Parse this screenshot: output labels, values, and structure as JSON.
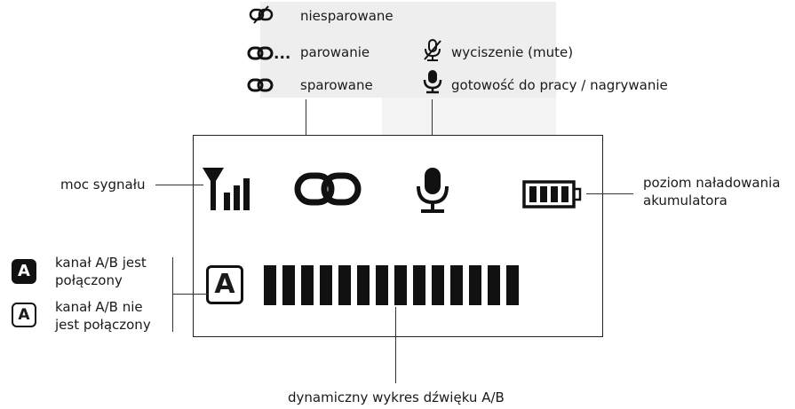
{
  "legend": {
    "unpaired": "niesparowane",
    "pairing": "parowanie",
    "paired": "sparowane",
    "muted": "wyciszenie (mute)",
    "recording": "gotowość do pracy / nagrywanie",
    "pairing_dots": "..."
  },
  "callouts": {
    "signal": "moc sygnału",
    "battery_line1": "poziom naładowania",
    "battery_line2": "akumulatora",
    "channel_connected_line1": "kanał A/B jest",
    "channel_connected_line2": "połączony",
    "channel_disconnected_line1": "kanał A/B nie",
    "channel_disconnected_line2": "jest połączony",
    "audio_graph": "dynamiczny wykres dźwięku A/B"
  },
  "channel_letter": "A",
  "audio_graph_bar_count": 14,
  "battery_segment_count": 4,
  "colors": {
    "ink": "#111111",
    "panel": "#eeeeee"
  },
  "icons": [
    "link-broken-icon",
    "link-icon",
    "mic-muted-icon",
    "mic-icon",
    "signal-icon",
    "battery-icon",
    "channel-a-filled-icon",
    "channel-a-outline-icon"
  ]
}
